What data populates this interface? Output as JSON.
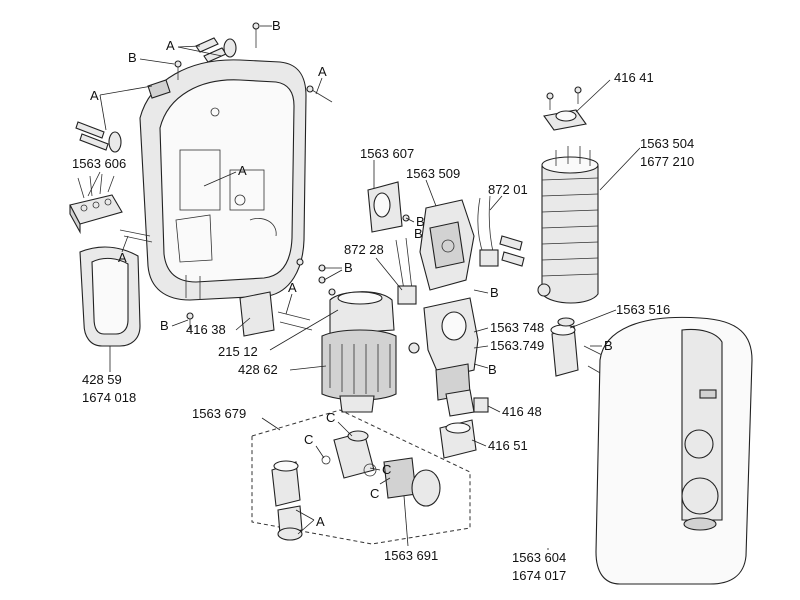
{
  "labels": {
    "l416_41": "416 41",
    "l1563_504": "1563 504",
    "l1677_210": "1677 210",
    "l1563_606": "1563 606",
    "l1563_607": "1563 607",
    "l1563_509": "1563 509",
    "l872_01": "872 01",
    "l872_28": "872 28",
    "l1563_516": "1563 516",
    "l1563_748": "1563 748",
    "l1563_749": "1563.749",
    "l416_38": "416 38",
    "l215_12": "215 12",
    "l428_62": "428 62",
    "l428_59": "428 59",
    "l1674_018": "1674 018",
    "l1563_679": "1563 679",
    "l416_48": "416 48",
    "l416_51": "416 51",
    "l1563_691": "1563 691",
    "l1563_604": "1563 604",
    "l1674_017": "1674 017"
  },
  "letters": {
    "a": "A",
    "b": "B",
    "c": "C"
  }
}
